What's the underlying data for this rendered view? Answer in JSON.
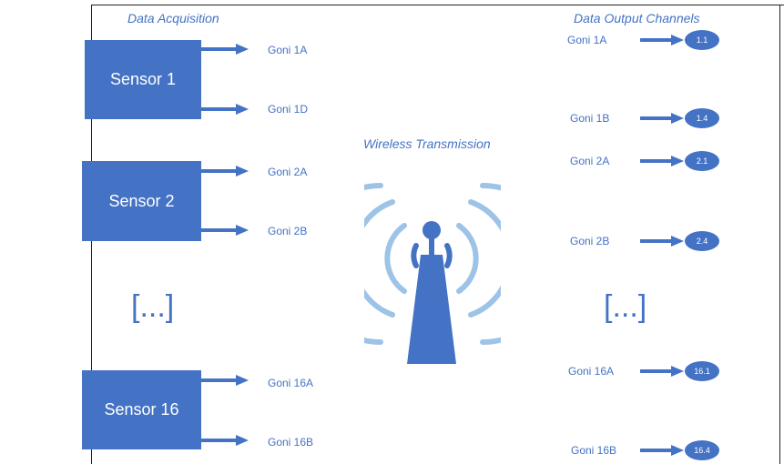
{
  "titles": {
    "acquisition": "Data Acquisition",
    "output": "Data Output Channels",
    "wireless": "Wireless Transmission"
  },
  "sensors": [
    {
      "label": "Sensor 1",
      "outputs": [
        "Goni 1A",
        "Goni 1D"
      ]
    },
    {
      "label": "Sensor 2",
      "outputs": [
        "Goni 2A",
        "Goni 2B"
      ]
    },
    {
      "label": "Sensor 16",
      "outputs": [
        "Goni 16A",
        "Goni 16B"
      ]
    }
  ],
  "sensor_ellipsis": "[...]",
  "channels": [
    {
      "label": "Goni 1A",
      "channel": "1.1"
    },
    {
      "label": "Goni 1B",
      "channel": "1.4"
    },
    {
      "label": "Goni 2A",
      "channel": "2.1"
    },
    {
      "label": "Goni 2B",
      "channel": "2.4"
    },
    {
      "label": "Goni 16A",
      "channel": "16.1"
    },
    {
      "label": "Goni 16B",
      "channel": "16.4"
    }
  ],
  "channel_ellipsis": "[...]",
  "colors": {
    "accent": "#4472c4",
    "wave": "#9dc3e6",
    "border": "#222222"
  },
  "icons": {
    "tower": "wireless-tower-icon"
  }
}
